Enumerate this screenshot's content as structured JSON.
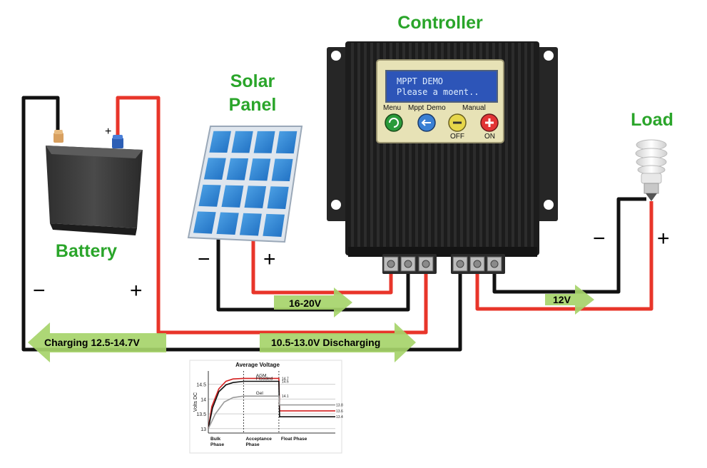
{
  "labels": {
    "controller": "Controller",
    "solar_panel_line1": "Solar",
    "solar_panel_line2": "Panel",
    "load": "Load",
    "battery": "Battery"
  },
  "terminal_signs": {
    "battery_minus_small": "-",
    "battery_plus_small": "+",
    "battery_minus": "−",
    "battery_plus": "+",
    "panel_minus": "−",
    "panel_plus": "+",
    "load_minus": "−",
    "load_plus": "+"
  },
  "arrows": {
    "panel_voltage": "16-20V",
    "load_voltage": "12V",
    "charging": "Charging 12.5-14.7V",
    "discharging": "10.5-13.0V Discharging"
  },
  "controller": {
    "lcd_line1": "MPPT DEMO",
    "lcd_line2": "Please a moent..",
    "buttons": {
      "menu": "Menu",
      "mppt": "Mppt",
      "demo": "Demo",
      "manual": "Manual",
      "off": "OFF",
      "on": "ON"
    }
  },
  "colors": {
    "label_green": "#2aa52a",
    "wire_red": "#e8352a",
    "wire_black": "#111111",
    "arrow_green": "#a6d46a"
  },
  "chart_data": {
    "type": "line",
    "title": "Average Voltage",
    "ylabel": "Volts DC",
    "xlabel": "",
    "ylim": [
      12.85,
      14.95
    ],
    "yticks": [
      13,
      13.5,
      14,
      14.5
    ],
    "phases": [
      "Bulk Phase",
      "Acceptance Phase",
      "Float Phase"
    ],
    "phase_bounds": [
      0,
      1,
      2,
      3.6
    ],
    "series": [
      {
        "name": "AGM",
        "color": "#d42020",
        "points": [
          [
            0,
            13.0
          ],
          [
            0.1,
            13.75
          ],
          [
            0.3,
            14.35
          ],
          [
            0.5,
            14.6
          ],
          [
            0.7,
            14.68
          ],
          [
            1,
            14.7
          ],
          [
            2,
            14.7
          ],
          [
            2.02,
            13.6
          ],
          [
            3.6,
            13.6
          ]
        ],
        "end_labels": [
          "14.7",
          "13.6"
        ]
      },
      {
        "name": "Flooded",
        "color": "#111111",
        "points": [
          [
            0,
            13.0
          ],
          [
            0.12,
            13.7
          ],
          [
            0.3,
            14.25
          ],
          [
            0.5,
            14.48
          ],
          [
            0.7,
            14.56
          ],
          [
            1,
            14.6
          ],
          [
            2,
            14.6
          ],
          [
            2.02,
            13.4
          ],
          [
            3.6,
            13.4
          ]
        ],
        "end_labels": [
          "14.6",
          "13.4"
        ]
      },
      {
        "name": "Gel",
        "color": "#9a9a9a",
        "points": [
          [
            0,
            13.0
          ],
          [
            0.2,
            13.5
          ],
          [
            0.45,
            13.9
          ],
          [
            0.7,
            14.05
          ],
          [
            1,
            14.1
          ],
          [
            2,
            14.1
          ],
          [
            2.02,
            13.8
          ],
          [
            3.6,
            13.8
          ]
        ],
        "end_labels": [
          "14.1",
          "13.8"
        ]
      }
    ]
  }
}
